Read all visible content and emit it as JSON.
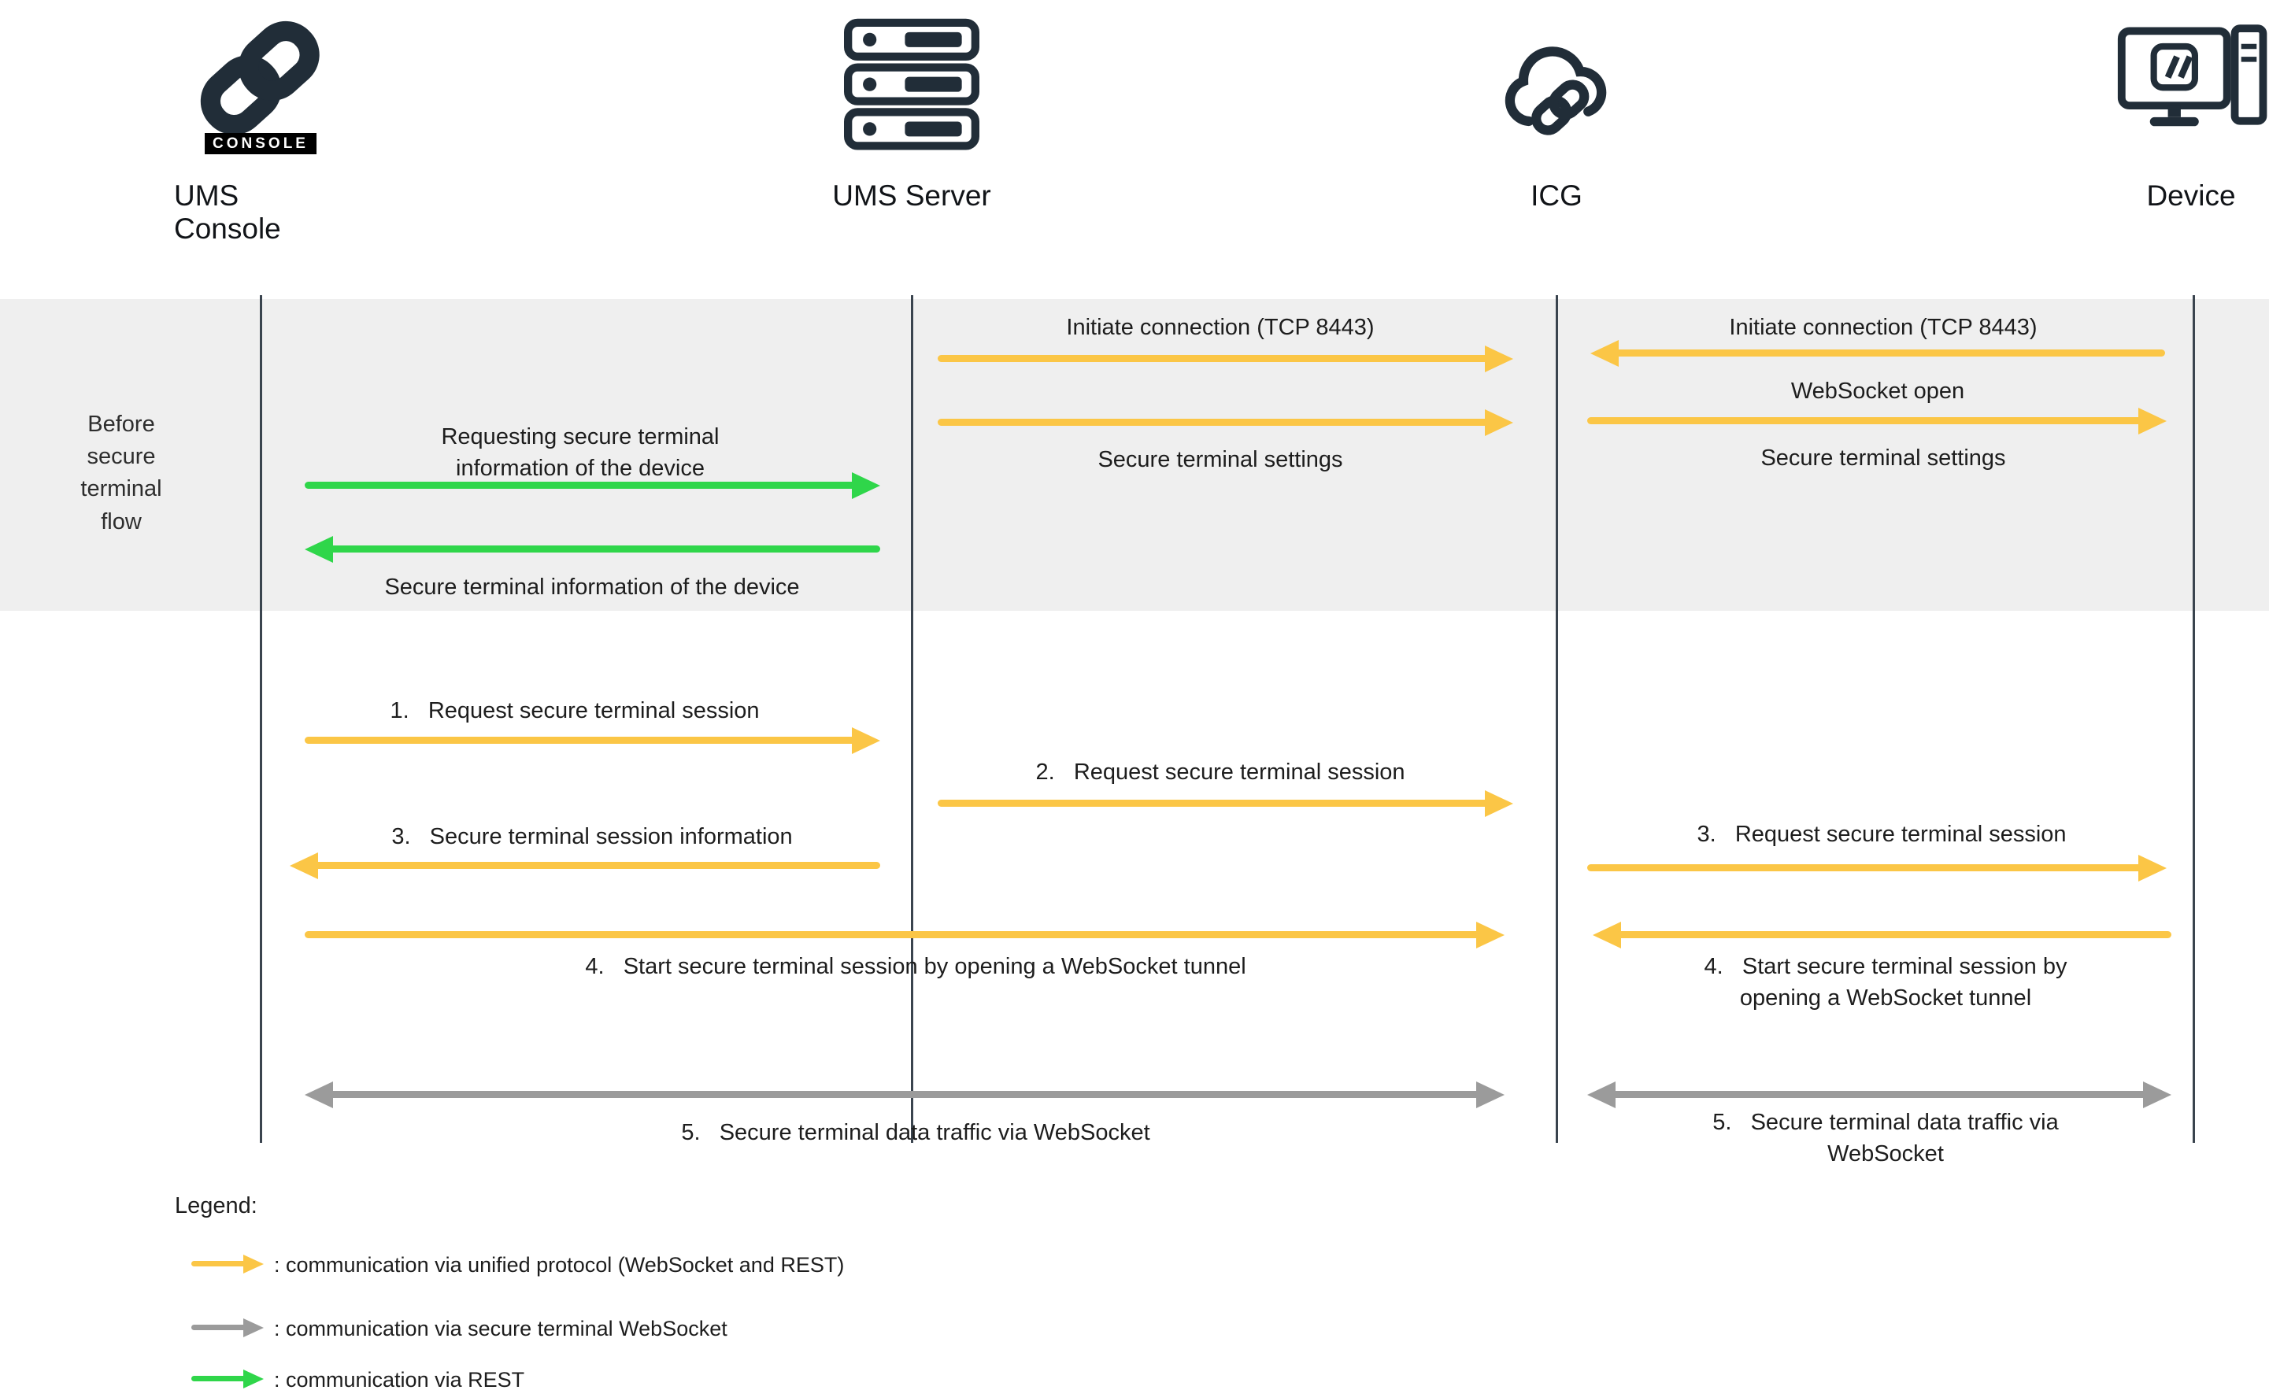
{
  "colors": {
    "unified_protocol_yellow": "#fbc646",
    "rest_green": "#2fd64a",
    "websocket_gray": "#9b9b9b",
    "icon_dark": "#212d38",
    "band_background": "#efefef"
  },
  "actors": [
    {
      "label": "UMS Console",
      "icon": "ums-console-logo-icon",
      "badge": "CONSOLE"
    },
    {
      "label": "UMS Server",
      "icon": "server-stack-icon"
    },
    {
      "label": "ICG",
      "icon": "cloud-link-icon"
    },
    {
      "label": "Device",
      "icon": "device-monitor-icon"
    }
  ],
  "phase": {
    "label": "Before secure terminal flow"
  },
  "messages": {
    "initiate_server_icg": "Initiate connection (TCP 8443)",
    "settings_server_icg": "Secure terminal settings",
    "initiate_device_icg": "Initiate connection (TCP 8443)",
    "websocket_open": "WebSocket open",
    "settings_icg_device": "Secure terminal settings",
    "request_info": "Requesting secure terminal information of the device",
    "info_response": "Secure terminal information of the device",
    "step1": "1.   Request secure terminal session",
    "step2": "2.   Request secure terminal session",
    "step3_console": "3.   Secure terminal session information",
    "step3_device": "3.   Request secure terminal session",
    "step4_long": "4.   Start secure terminal session by opening a WebSocket tunnel",
    "step4_device": "4.   Start secure terminal session by opening a WebSocket tunnel",
    "step5_long": "5.   Secure terminal data traffic via WebSocket",
    "step5_device": "5.   Secure terminal data traffic via WebSocket"
  },
  "legend": {
    "title": "Legend:",
    "items": [
      {
        "style": "yellow",
        "text": ": communication via unified protocol (WebSocket and REST)"
      },
      {
        "style": "gray",
        "text": ": communication via secure terminal WebSocket"
      },
      {
        "style": "green",
        "text": ": communication via REST"
      }
    ]
  }
}
